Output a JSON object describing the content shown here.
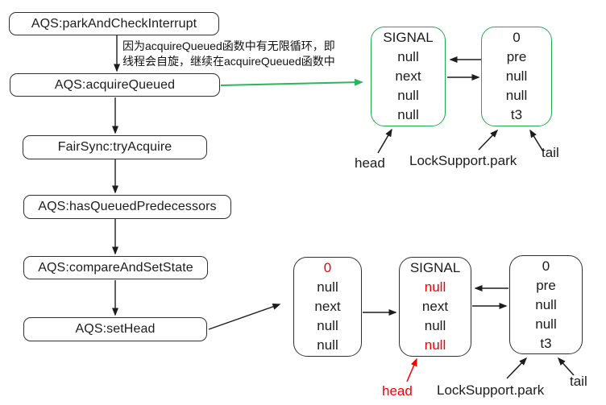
{
  "colors": {
    "node_border_green": "#22a94e",
    "green_arrow": "#2eb45d",
    "highlight_red": "#f50000",
    "ink_black": "#1c1c1c"
  },
  "flowchart": {
    "nodes": [
      {
        "label": "AQS:parkAndCheckInterrupt"
      },
      {
        "label": "AQS:acquireQueued"
      },
      {
        "label": "FairSync:tryAcquire"
      },
      {
        "label": "AQS:hasQueuedPredecessors"
      },
      {
        "label": "AQS:compareAndSetState"
      },
      {
        "label": "AQS:setHead"
      }
    ],
    "annotation_line1": "因为acquireQueued函数中有无限循环，即",
    "annotation_line2": "线程会自旋，继续在acquireQueued函数中"
  },
  "queue_initial": {
    "head_node_rows": [
      {
        "t": "SIGNAL",
        "c": "black"
      },
      {
        "t": "null",
        "c": "black"
      },
      {
        "t": "next",
        "c": "black"
      },
      {
        "t": "null",
        "c": "black"
      },
      {
        "t": "null",
        "c": "black"
      }
    ],
    "tail_node_rows": [
      {
        "t": "0",
        "c": "black"
      },
      {
        "t": "pre",
        "c": "black"
      },
      {
        "t": "null",
        "c": "black"
      },
      {
        "t": "null",
        "c": "black"
      },
      {
        "t": "t3",
        "c": "black"
      }
    ],
    "labels": {
      "head": "head",
      "park": "LockSupport.park",
      "tail": "tail"
    }
  },
  "queue_after_sethead": {
    "old_head_rows": [
      {
        "t": "0",
        "c": "red"
      },
      {
        "t": "null",
        "c": "black"
      },
      {
        "t": "next",
        "c": "black"
      },
      {
        "t": "null",
        "c": "black"
      },
      {
        "t": "null",
        "c": "black"
      }
    ],
    "new_head_rows": [
      {
        "t": "SIGNAL",
        "c": "black"
      },
      {
        "t": "null",
        "c": "red"
      },
      {
        "t": "next",
        "c": "black"
      },
      {
        "t": "null",
        "c": "black"
      },
      {
        "t": "null",
        "c": "red"
      }
    ],
    "tail_rows": [
      {
        "t": "0",
        "c": "black"
      },
      {
        "t": "pre",
        "c": "black"
      },
      {
        "t": "null",
        "c": "black"
      },
      {
        "t": "null",
        "c": "black"
      },
      {
        "t": "t3",
        "c": "black"
      }
    ],
    "labels": {
      "head": "head",
      "park": "LockSupport.park",
      "tail": "tail"
    }
  }
}
